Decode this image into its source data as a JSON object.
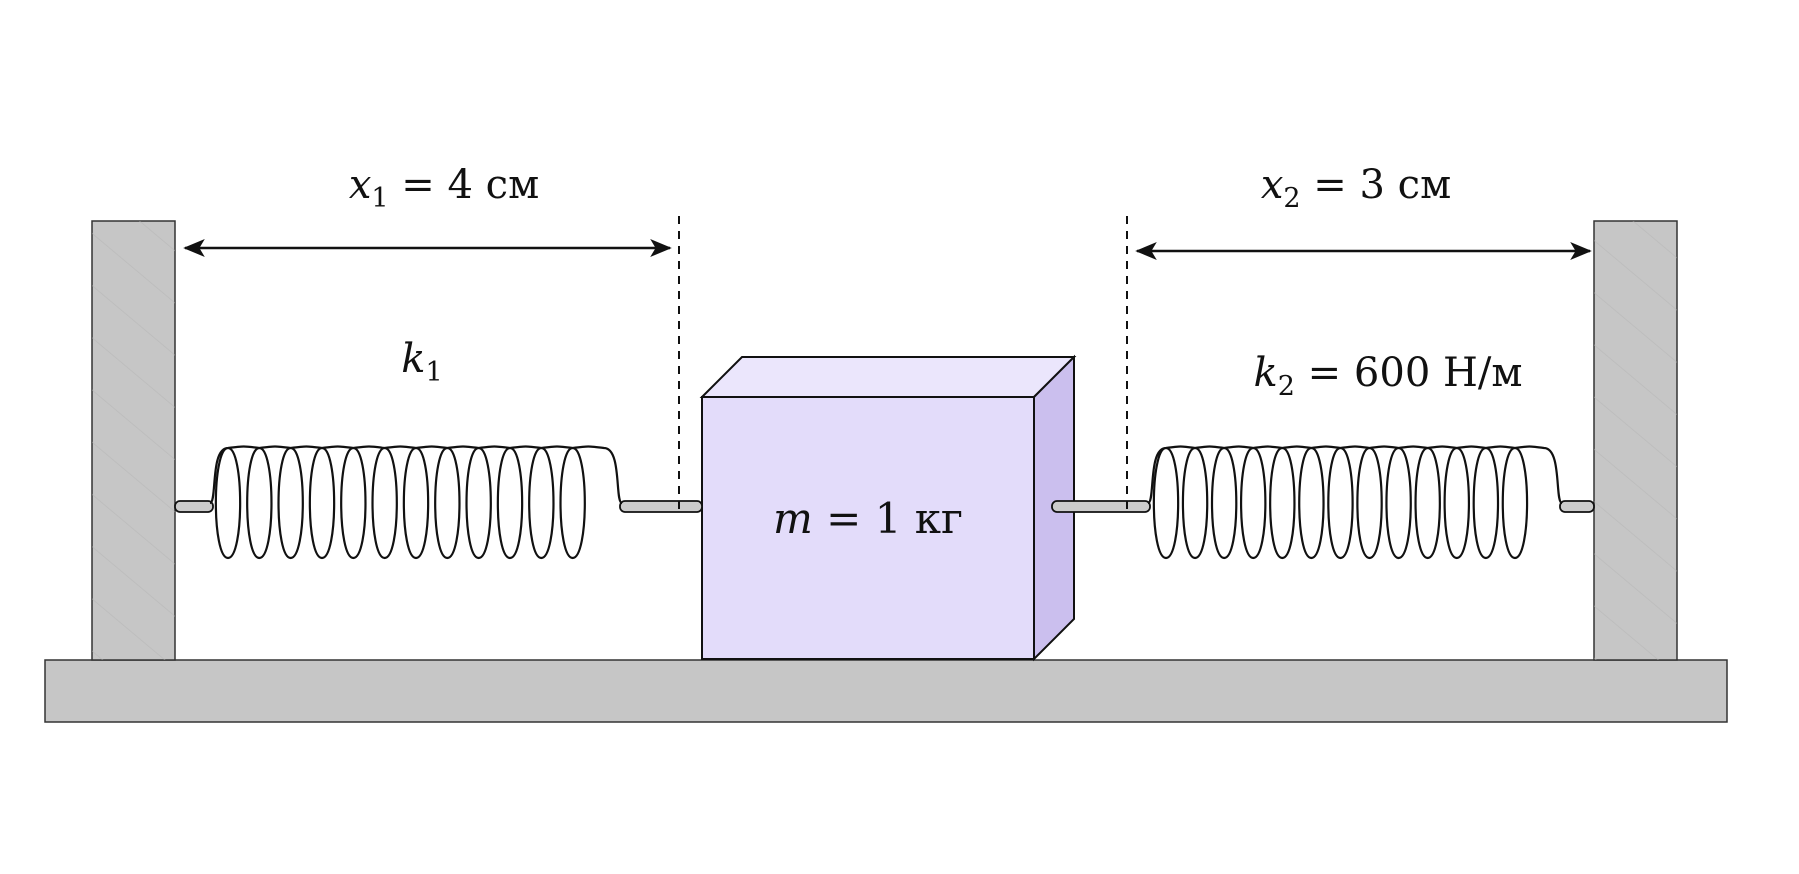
{
  "labels": {
    "x1": {
      "var": "x",
      "sub": "1",
      "rest": " = 4 см"
    },
    "x2": {
      "var": "x",
      "sub": "2",
      "rest": " = 3 см"
    },
    "k1": {
      "var": "k",
      "sub": "1",
      "rest": ""
    },
    "k2": {
      "var": "k",
      "sub": "2",
      "rest": " = 600 Н/м"
    },
    "mass": {
      "var": "m",
      "sub": "",
      "rest": " = 1 кг"
    }
  },
  "colors": {
    "wall_fill": "#c6c6c6",
    "wall_stroke": "#333333",
    "floor_fill": "#c6c6c6",
    "block_front": "#e3dcfa",
    "block_top": "#ebe6fc",
    "block_side": "#cbbfee",
    "line": "#111111",
    "rod_fill": "#cccccc"
  }
}
